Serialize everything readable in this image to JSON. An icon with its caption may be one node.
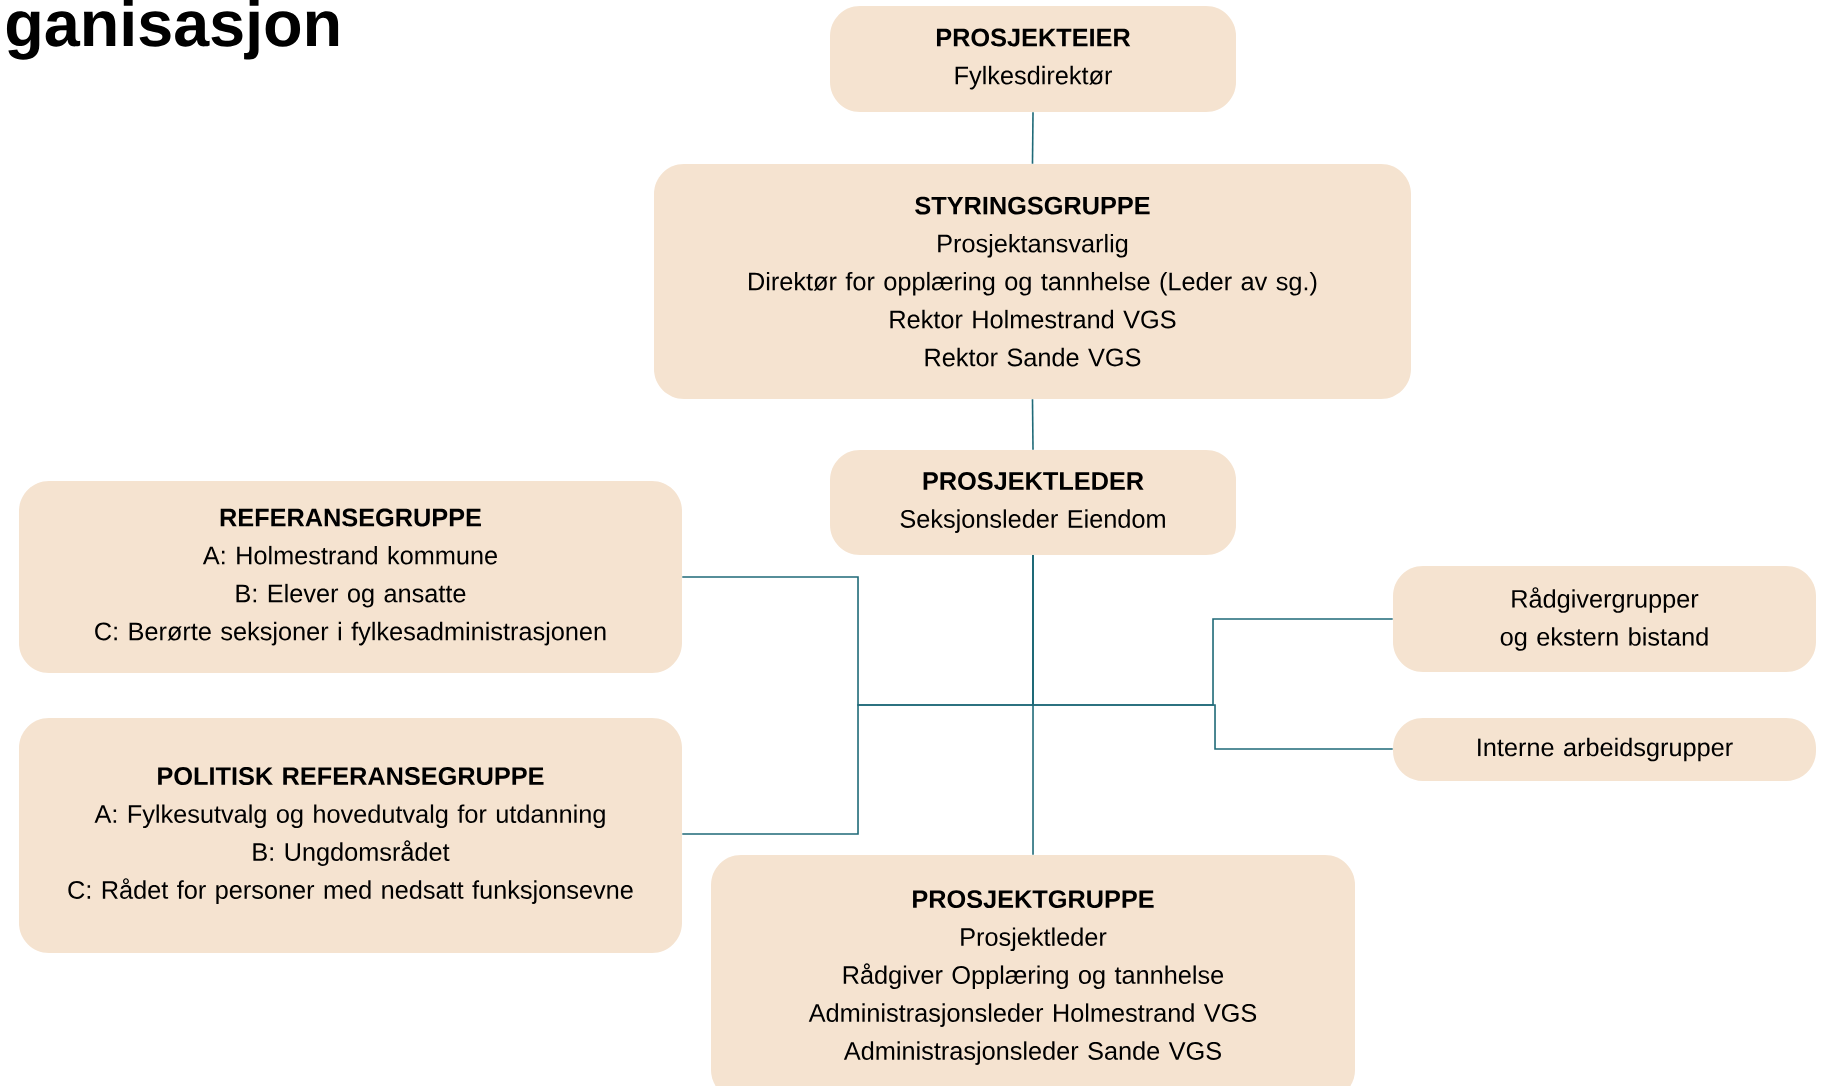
{
  "diagram": {
    "title": "ganisasjon",
    "nodes": [
      {
        "text": [
          "PROSJEKTEIER",
          "Fylkesdirektør"
        ]
      },
      {
        "text": [
          "STYRINGSGRUPPE",
          "Prosjektansvarlig",
          "Direktør for opplæring og tannhelse (Leder av sg.)",
          "Rektor Holmestrand VGS",
          "Rektor Sande VGS"
        ]
      },
      {
        "text": [
          "PROSJEKTLEDER",
          "Seksjonsleder Eiendom"
        ]
      },
      {
        "text": [
          "REFERANSEGRUPPE",
          "A: Holmestrand kommune",
          "B: Elever og ansatte",
          "C: Berørte seksjoner i fylkesadministrasjonen"
        ]
      },
      {
        "text": [
          "Rådgivergrupper og ekstern bistand"
        ]
      },
      {
        "text": [
          "POLITISK REFERANSEGRUPPE",
          "A: Fylkesutvalg og hovedutvalg for utdanning",
          "B: Ungdomsrådet",
          "C: Rådet for personer med nedsatt funksjonsevne"
        ]
      },
      {
        "text": [
          "Interne arbeidsgrupper"
        ]
      },
      {
        "text": [
          "PROSJEKTGRUPPE",
          "Prosjektleder",
          "Rådgiver Opplæring og tannhelse",
          "Administrasjonsleder Holmestrand VGS",
          "Administrasjonsleder Sande VGS"
        ]
      }
    ],
    "edges": [
      {
        "from": 0,
        "to": 1,
        "arrow": "none"
      },
      {
        "from": 1,
        "to": 2,
        "arrow": "none"
      },
      {
        "from": 2,
        "to": 3,
        "arrow": "none"
      },
      {
        "from": 2,
        "to": 4,
        "arrow": "none"
      },
      {
        "from": 2,
        "to": 5,
        "arrow": "none"
      },
      {
        "from": 2,
        "to": 6,
        "arrow": "none"
      },
      {
        "from": 2,
        "to": 7,
        "arrow": "none"
      }
    ]
  }
}
